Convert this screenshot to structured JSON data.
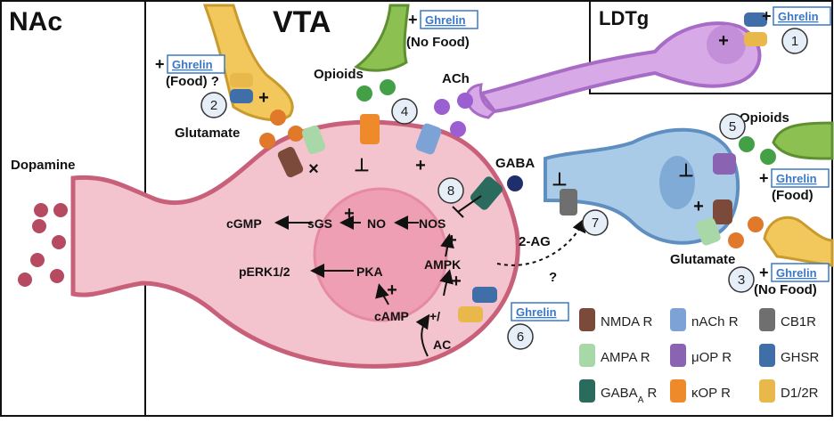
{
  "regions": {
    "nac": "NAc",
    "vta": "VTA",
    "ldtg": "LDTg"
  },
  "labels": {
    "dopamine": "Dopamine",
    "opioids_top": "Opioids",
    "ach": "ACh",
    "glutamate_left": "Glutamate",
    "gaba": "GABA",
    "two_ag": "2-AG",
    "question_mark": "?",
    "opioids_right": "Opioids",
    "glutamate_right": "Glutamate"
  },
  "ghrelin_inputs": [
    {
      "id": "ldtg",
      "label": "Ghrelin",
      "sign": "+",
      "note": ""
    },
    {
      "id": "top_green",
      "label": "Ghrelin",
      "sign": "+",
      "note": "(No Food)"
    },
    {
      "id": "top_yellow",
      "label": "Ghrelin",
      "sign": "+",
      "note": "(Food) ?"
    },
    {
      "id": "right_food",
      "label": "Ghrelin",
      "sign": "+",
      "note": "(Food)"
    },
    {
      "id": "right_nofood",
      "label": "Ghrelin",
      "sign": "+",
      "note": "(No Food)"
    },
    {
      "id": "bottom",
      "label": "Ghrelin",
      "sign": "",
      "note": ""
    }
  ],
  "markers": [
    "1",
    "2",
    "3",
    "4",
    "5",
    "6",
    "7",
    "8"
  ],
  "pathway": {
    "cgmp": "cGMP",
    "sgs": "sGS",
    "no": "NO",
    "nos": "NOS",
    "perk": "pERK1/2",
    "pka": "PKA",
    "ampk": "AMPK",
    "camp": "cAMP",
    "ac": "AC",
    "plus_minus": "+/"
  },
  "signs": {
    "plus": "+",
    "times": "×",
    "inhibit": "⊥"
  },
  "legend": [
    {
      "label": "NMDA R",
      "color": "#7b4a3a"
    },
    {
      "label": "nACh R",
      "color": "#7da3d6"
    },
    {
      "label": "CB1R",
      "color": "#6f6f6f"
    },
    {
      "label": "AMPA R",
      "color": "#a8d8a8"
    },
    {
      "label": "μOP R",
      "color": "#8a64b3"
    },
    {
      "label": "GHSR",
      "color": "#3f6ea8"
    },
    {
      "label": "GABA",
      "sub": "A",
      "suffix": " R",
      "color": "#2b6b5e"
    },
    {
      "label": "κOP R",
      "color": "#ef8a2a"
    },
    {
      "label": "D1/2R",
      "color": "#e9b84a"
    }
  ],
  "colors": {
    "vta_neuron": "#f4c4ce",
    "vta_border": "#c9607a",
    "nucleus": "#ee9fb3",
    "dopamine_dot": "#b54a61",
    "gaba_neuron": "#aacbe8",
    "gaba_border": "#5f8ec0",
    "ldtg_neuron": "#d7a9e6",
    "glutamate_terminal": "#f2c75c",
    "opioid_terminal": "#8cc152",
    "ach_terminal": "#c8a0e6",
    "glutamate_dot": "#e07a2a",
    "opioid_dot": "#43a047",
    "ach_dot": "#9b5fd1",
    "gaba_dot": "#1f2f6b",
    "ghrelin_text": "#3a78c9"
  }
}
